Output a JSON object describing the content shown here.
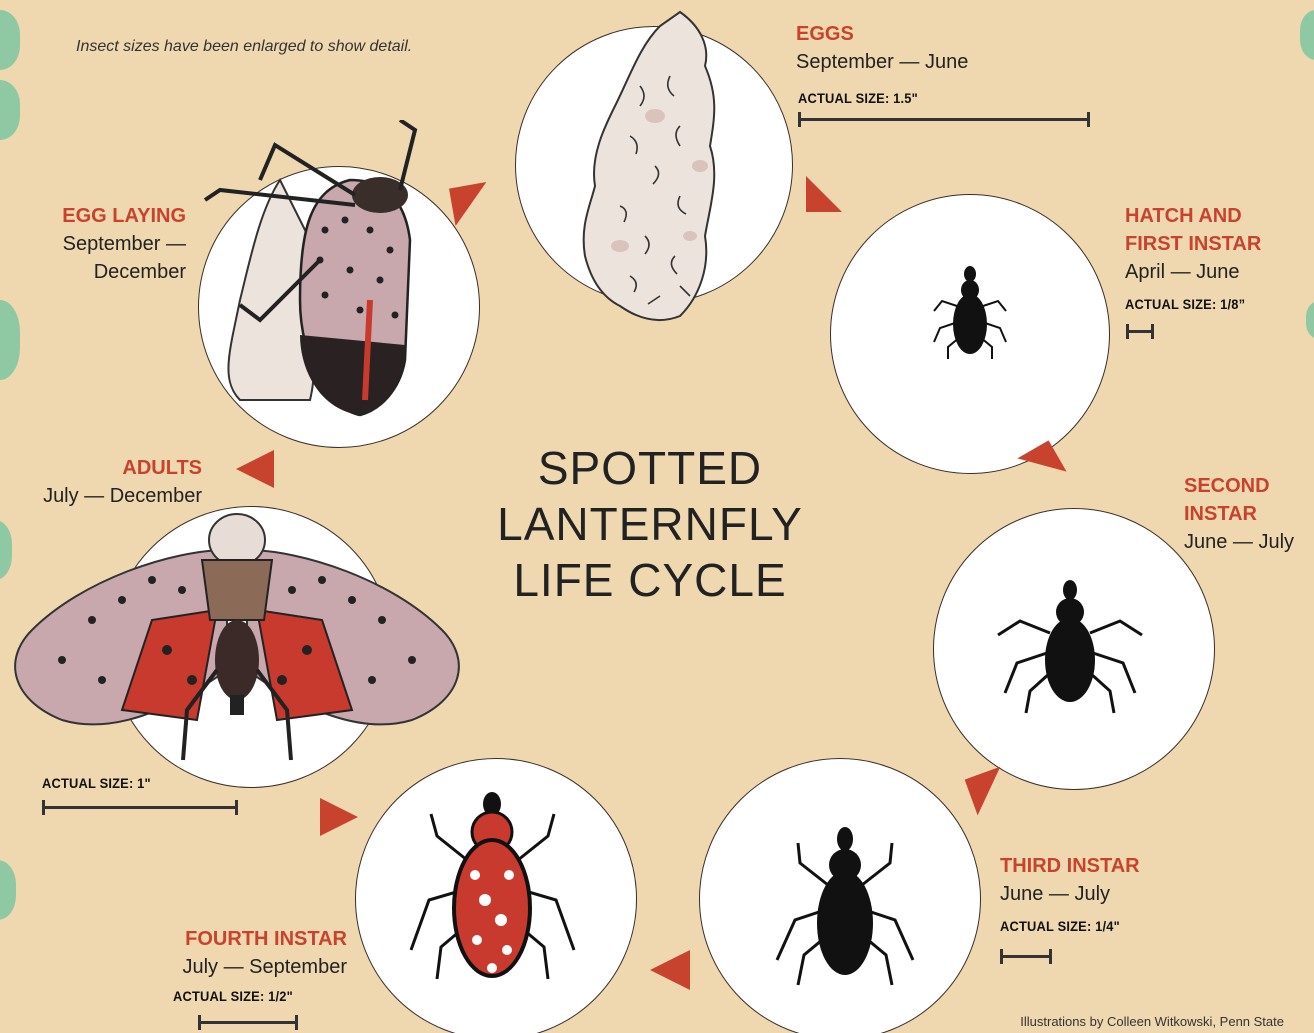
{
  "title_lines": [
    "SPOTTED",
    "LANTERNFLY",
    "LIFE CYCLE"
  ],
  "note": "Insect sizes have been enlarged to show detail.",
  "credit": "Illustrations by Colleen Witkowski, Penn State",
  "colors": {
    "background": "#efd8b0",
    "accent": "#c8432e",
    "text": "#222222"
  },
  "stages": {
    "eggs": {
      "title": "EGGS",
      "dates": "September — June",
      "size": "ACTUAL SIZE: 1.5\""
    },
    "hatch": {
      "title_line1": "HATCH AND",
      "title_line2": "FIRST INSTAR",
      "dates": "April — June",
      "size": "ACTUAL SIZE: 1/8”"
    },
    "second": {
      "title_line1": "SECOND",
      "title_line2": "INSTAR",
      "dates": "June — July"
    },
    "third": {
      "title": "THIRD INSTAR",
      "dates": "June — July",
      "size": "ACTUAL SIZE: 1/4\""
    },
    "fourth": {
      "title": "FOURTH INSTAR",
      "dates": "July — September",
      "size": "ACTUAL SIZE: 1/2\""
    },
    "adults": {
      "title": "ADULTS",
      "dates": "July — December",
      "size": "ACTUAL SIZE: 1\""
    },
    "egg_laying": {
      "title": "EGG LAYING",
      "dates_line1": "September —",
      "dates_line2": "December"
    }
  }
}
